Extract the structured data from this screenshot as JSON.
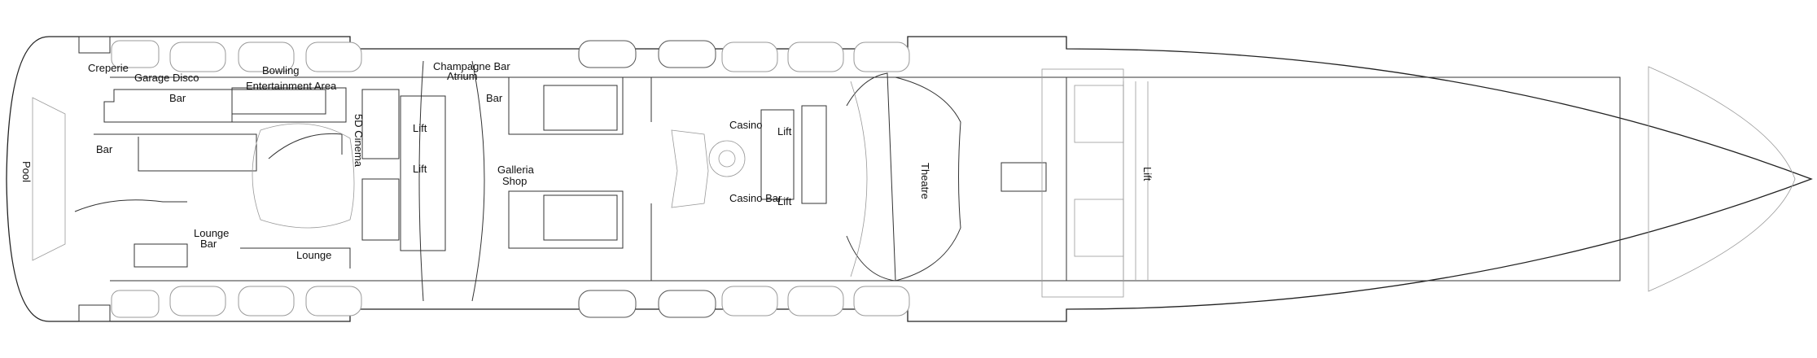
{
  "title": "Deck plan",
  "labels": {
    "creperie": "Creperie",
    "garage_disco": "Garage Disco",
    "bowling": "Bowling",
    "entertainment_area": "Entertainment Area",
    "bar_disco": "Bar",
    "pool": "Pool",
    "bar_pool": "Bar",
    "lounge_bar_1": "Lounge",
    "lounge_bar_2": "Bar",
    "lounge": "Lounge",
    "cinema": "5D Cinema",
    "lift_1": "Lift",
    "lift_2": "Lift",
    "champagne_bar": "Champagne Bar",
    "atrium": "Atrium",
    "bar_atrium": "Bar",
    "galleria": "Galleria",
    "shop": "Shop",
    "casino": "Casino",
    "lift_3": "Lift",
    "casino_bar": "Casino Bar",
    "lift_4": "Lift",
    "theatre": "Theatre",
    "lift_5": "Lift"
  }
}
